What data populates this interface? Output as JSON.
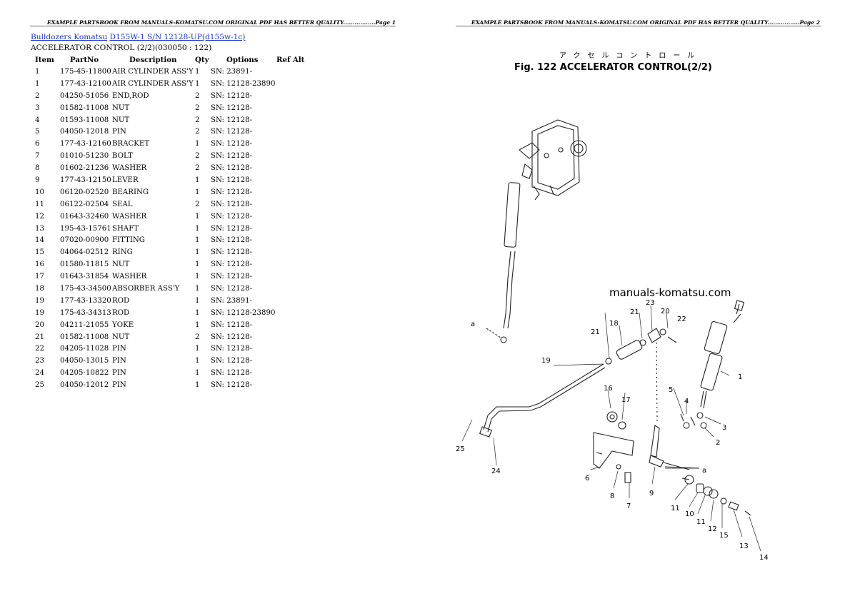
{
  "pages": [
    {
      "header": "EXAMPLE PARTSBOOK FROM MANUALS-KOMATSU.COM ORIGINAL PDF HAS BETTER QUALITY.................Page 1"
    },
    {
      "header": "EXAMPLE PARTSBOOK FROM MANUALS-KOMATSU.COM ORIGINAL PDF HAS BETTER QUALITY.................Page 2"
    }
  ],
  "breadcrumb": {
    "link1": "Bulldozers Komatsu",
    "link2": "D155W-1 S/N 12128-UP(d155w-1c)"
  },
  "subtitle": "ACCELERATOR CONTROL (2/2)(030050 : 122)",
  "table": {
    "headers": [
      "Item",
      "PartNo",
      "Description",
      "Qty",
      "Options",
      "Ref Alt"
    ],
    "rows": [
      [
        "1",
        "175-45-11800",
        "AIR CYLINDER ASS'Y",
        "1",
        "SN: 23891-",
        ""
      ],
      [
        "1",
        "177-43-12100",
        "AIR CYLINDER ASS'Y",
        "1",
        "SN: 12128-23890",
        ""
      ],
      [
        "2",
        "04250-51056",
        "END,ROD",
        "2",
        "SN: 12128-",
        ""
      ],
      [
        "3",
        "01582-11008",
        "NUT",
        "2",
        "SN: 12128-",
        ""
      ],
      [
        "4",
        "01593-11008",
        "NUT",
        "2",
        "SN: 12128-",
        ""
      ],
      [
        "5",
        "04050-12018",
        "PIN",
        "2",
        "SN: 12128-",
        ""
      ],
      [
        "6",
        "177-43-12160",
        "BRACKET",
        "1",
        "SN: 12128-",
        ""
      ],
      [
        "7",
        "01010-51230",
        "BOLT",
        "2",
        "SN: 12128-",
        ""
      ],
      [
        "8",
        "01602-21236",
        "WASHER",
        "2",
        "SN: 12128-",
        ""
      ],
      [
        "9",
        "177-43-12150",
        "LEVER",
        "1",
        "SN: 12128-",
        ""
      ],
      [
        "10",
        "06120-02520",
        "BEARING",
        "1",
        "SN: 12128-",
        ""
      ],
      [
        "11",
        "06122-02504",
        "SEAL",
        "2",
        "SN: 12128-",
        ""
      ],
      [
        "12",
        "01643-32460",
        "WASHER",
        "1",
        "SN: 12128-",
        ""
      ],
      [
        "13",
        "195-43-15761",
        "SHAFT",
        "1",
        "SN: 12128-",
        ""
      ],
      [
        "14",
        "07020-00900",
        "FITTING",
        "1",
        "SN: 12128-",
        ""
      ],
      [
        "15",
        "04064-02512",
        "RING",
        "1",
        "SN: 12128-",
        ""
      ],
      [
        "16",
        "01580-11815",
        "NUT",
        "1",
        "SN: 12128-",
        ""
      ],
      [
        "17",
        "01643-31854",
        "WASHER",
        "1",
        "SN: 12128-",
        ""
      ],
      [
        "18",
        "175-43-34500",
        "ABSORBER ASS'Y",
        "1",
        "SN: 12128-",
        ""
      ],
      [
        "19",
        "177-43-13320",
        "ROD",
        "1",
        "SN: 23891-",
        ""
      ],
      [
        "19",
        "175-43-34313",
        "ROD",
        "1",
        "SN: 12128-23890",
        ""
      ],
      [
        "20",
        "04211-21055",
        "YOKE",
        "1",
        "SN: 12128-",
        ""
      ],
      [
        "21",
        "01582-11008",
        "NUT",
        "2",
        "SN: 12128-",
        ""
      ],
      [
        "22",
        "04205-11028",
        "PIN",
        "1",
        "SN: 12128-",
        ""
      ],
      [
        "23",
        "04050-13015",
        "PIN",
        "1",
        "SN: 12128-",
        ""
      ],
      [
        "24",
        "04205-10822",
        "PIN",
        "1",
        "SN: 12128-",
        ""
      ],
      [
        "25",
        "04050-12012",
        "PIN",
        "1",
        "SN: 12128-",
        ""
      ]
    ]
  },
  "figure": {
    "title_jp": "アクセルコントロール",
    "title": "Fig. 122 ACCELERATOR CONTROL(2/2)",
    "watermark": "manuals-komatsu.com",
    "callouts": [
      "1",
      "2",
      "3",
      "4",
      "5",
      "6",
      "7",
      "8",
      "9",
      "10",
      "11",
      "11",
      "12",
      "13",
      "14",
      "15",
      "16",
      "17",
      "18",
      "19",
      "20",
      "21",
      "21",
      "22",
      "23",
      "24",
      "25",
      "a",
      "a"
    ]
  }
}
